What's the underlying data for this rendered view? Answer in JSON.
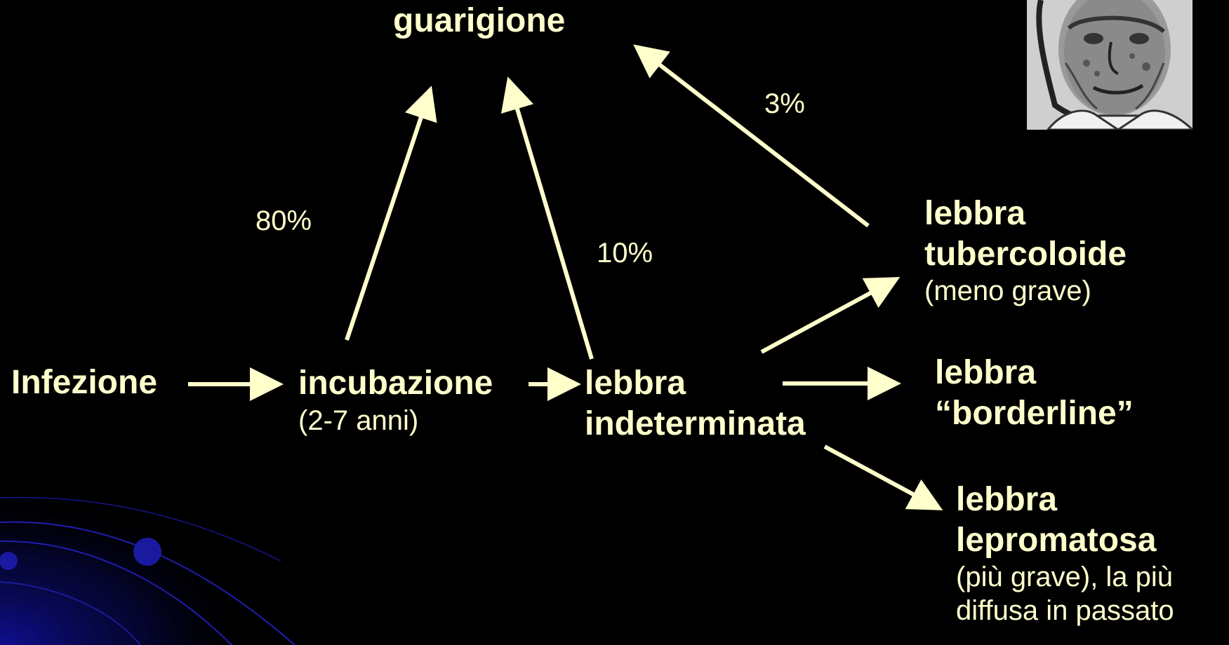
{
  "colors": {
    "background": "#000000",
    "text": "#FFFFCC",
    "arrow": "#FFFFCC",
    "decoration": "#1a1aa0"
  },
  "nodes": {
    "guarigione": "guarigione",
    "infezione": "Infezione",
    "incubazione": {
      "title": "incubazione",
      "note": "(2-7 anni)"
    },
    "indeterminata": {
      "line1": "lebbra",
      "line2": "indeterminata"
    },
    "tubercoloide": {
      "line1": "lebbra",
      "line2": "tubercoloide",
      "note": "(meno grave)"
    },
    "borderline": {
      "line1": "lebbra",
      "line2": "“borderline”"
    },
    "lepromatosa": {
      "line1": "lebbra",
      "line2": "lepromatosa",
      "note1": "(più grave), la più",
      "note2": "diffusa in passato"
    }
  },
  "percentages": {
    "p80": "80%",
    "p10": "10%",
    "p3": "3%"
  },
  "image": {
    "subject": "portrait-sketch-of-leprosy-patient"
  }
}
